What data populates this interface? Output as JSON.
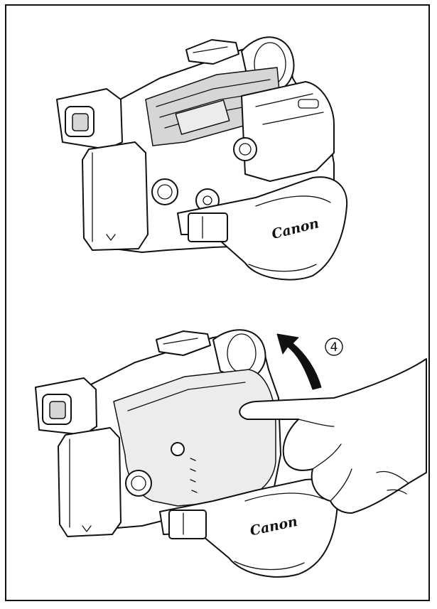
{
  "figure_top": {
    "strap_brand": "Canon"
  },
  "figure_bottom": {
    "strap_brand": "Canon",
    "step_number": "4",
    "arrow_icon": "curved-arrow-up-icon",
    "hand_icon": "pointing-hand-icon"
  },
  "colors": {
    "line": "#111111",
    "shade": "#d6d6d6",
    "background": "#ffffff"
  }
}
